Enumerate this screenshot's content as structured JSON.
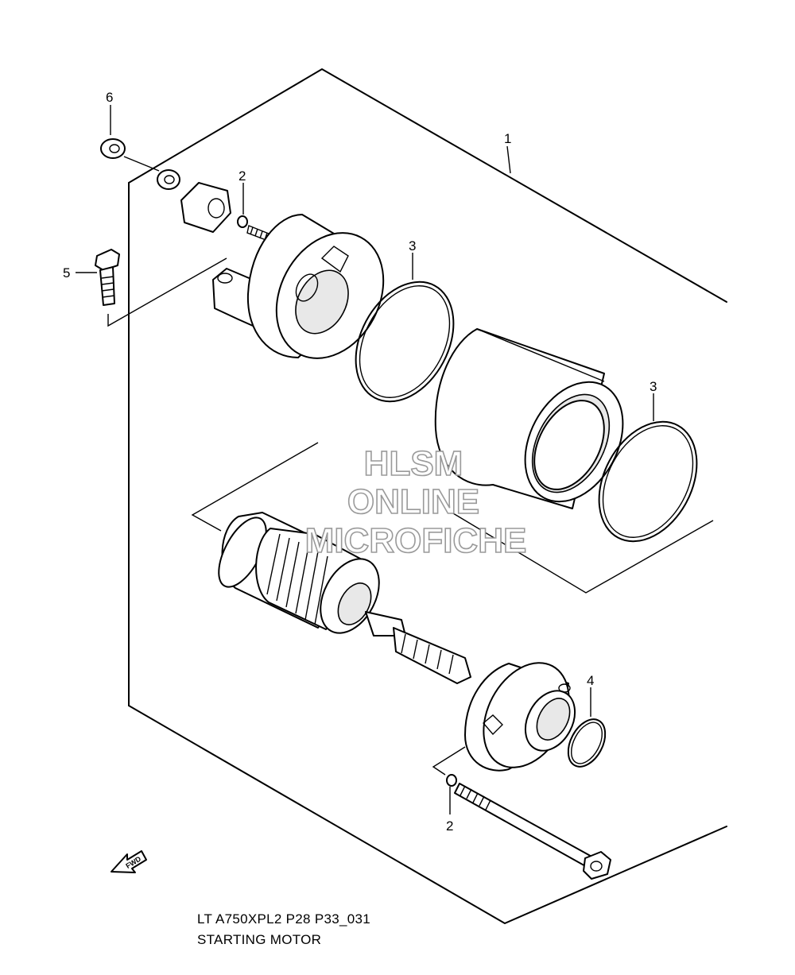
{
  "callouts": {
    "p1": "1",
    "p2a": "2",
    "p2b": "2",
    "p3a": "3",
    "p3b": "3",
    "p4": "4",
    "p5": "5",
    "p6": "6"
  },
  "watermark": {
    "line1": "HLSM",
    "line2": "ONLINE",
    "line3": "MICROFICHE"
  },
  "fwd_arrow": {
    "label": "FWD",
    "icon": "fwd-arrow-icon"
  },
  "caption": {
    "code": "LT A750XPL2 P28 P33_031",
    "title": "STARTING MOTOR"
  }
}
